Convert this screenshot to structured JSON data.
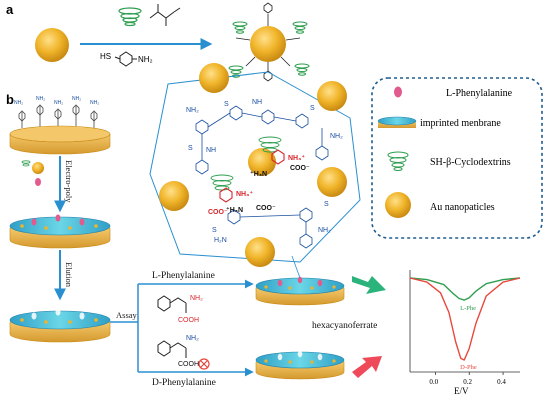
{
  "panel_a": {
    "label": "a",
    "reagent_left": "HS",
    "reagent_right": "NH₂"
  },
  "panel_b": {
    "label": "b",
    "step_electropoly": "Electro-poly",
    "step_elution": "Elution",
    "step_assay": "Assay",
    "l_name": "L-Phenylalanine",
    "d_name": "D-Phenylalanine",
    "mediator": "hexacyanoferrate",
    "cooh": "COOH",
    "nh2": "NH₂"
  },
  "legend": {
    "items": [
      {
        "label": "L-Phenylalanine"
      },
      {
        "label": "imprinted menbrane"
      },
      {
        "label": "SH-β-Cyclodextrins"
      },
      {
        "label": "Au nanopaticles"
      }
    ]
  },
  "complex": {
    "nh3": "NH₃⁺",
    "coo": "COO⁻",
    "h3n": "⁺H₃N",
    "h2n": "H₂N",
    "s": "S",
    "nh": "NH"
  },
  "chart_data": {
    "type": "line",
    "xlabel": "E/V",
    "x_ticks": [
      "0.0",
      "0.2",
      "0.4"
    ],
    "xlim": [
      -0.15,
      0.5
    ],
    "series": [
      {
        "name": "L-Phe",
        "color": "#2e9e4f",
        "x": [
          -0.15,
          -0.05,
          0.05,
          0.1,
          0.14,
          0.17,
          0.2,
          0.24,
          0.3,
          0.4,
          0.5
        ],
        "y": [
          0.0,
          -0.02,
          -0.08,
          -0.18,
          -0.25,
          -0.27,
          -0.24,
          -0.16,
          -0.07,
          -0.02,
          0.0
        ]
      },
      {
        "name": "D-Phe",
        "color": "#e8483d",
        "x": [
          -0.15,
          -0.05,
          0.03,
          0.08,
          0.12,
          0.15,
          0.17,
          0.2,
          0.24,
          0.3,
          0.4,
          0.5
        ],
        "y": [
          0.0,
          -0.05,
          -0.18,
          -0.42,
          -0.78,
          -0.98,
          -1.0,
          -0.86,
          -0.55,
          -0.22,
          -0.05,
          0.0
        ]
      }
    ]
  },
  "colors": {
    "gold": "#f0b429",
    "gold_dark": "#c98a12",
    "arrow_blue": "#2a8fd0",
    "membrane": "#46c3dc",
    "pink": "#e25b8e"
  }
}
